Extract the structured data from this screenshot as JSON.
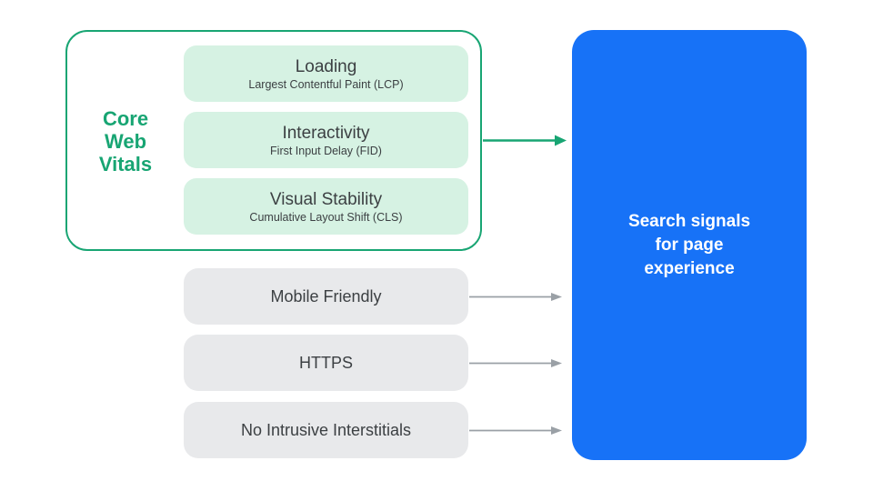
{
  "diagram": {
    "core_web_vitals": {
      "group_label_lines": [
        "Core",
        "Web",
        "Vitals"
      ],
      "cards": [
        {
          "title": "Loading",
          "subtitle": "Largest Contentful Paint (LCP)"
        },
        {
          "title": "Interactivity",
          "subtitle": "First Input Delay (FID)"
        },
        {
          "title": "Visual Stability",
          "subtitle": "Cumulative Layout Shift (CLS)"
        }
      ]
    },
    "other_signals": [
      {
        "label": "Mobile Friendly"
      },
      {
        "label": "HTTPS"
      },
      {
        "label": "No Intrusive Interstitials"
      }
    ],
    "result_box": {
      "label_lines": [
        "Search signals",
        "for page",
        "experience"
      ]
    },
    "colors": {
      "green_accent": "#18A573",
      "mint_card": "#D6F2E3",
      "blue_result": "#1772F7",
      "gray_box": "#E8E9EB",
      "text_dark": "#3C4043",
      "arrow_gray": "#9AA0A6",
      "background": "#FFFFFF"
    }
  }
}
